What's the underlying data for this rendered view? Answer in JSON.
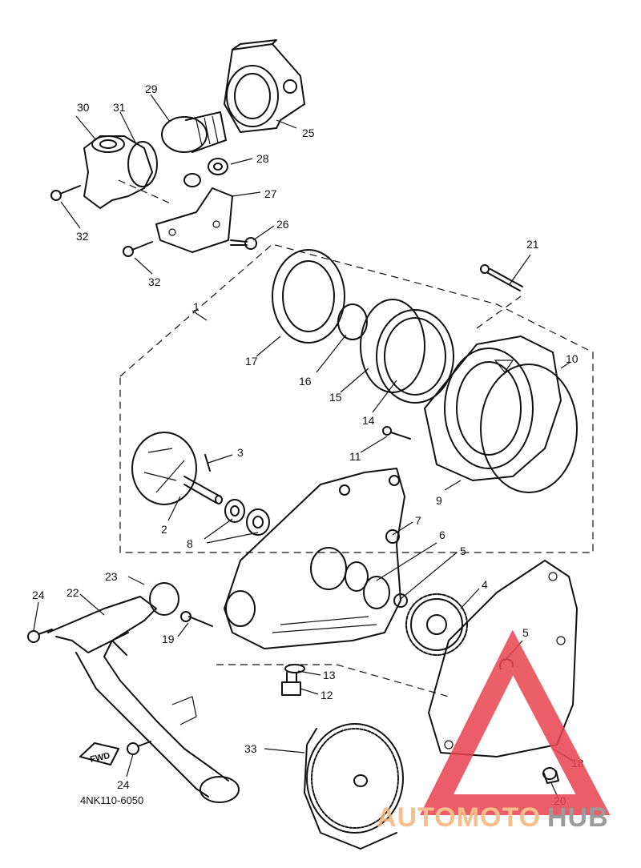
{
  "diagram": {
    "labels": [
      "1",
      "2",
      "3",
      "4",
      "5",
      "5",
      "6",
      "7",
      "8",
      "9",
      "10",
      "11",
      "12",
      "13",
      "14",
      "15",
      "16",
      "17",
      "18",
      "19",
      "20",
      "21",
      "22",
      "23",
      "24",
      "24",
      "25",
      "26",
      "27",
      "28",
      "29",
      "30",
      "31",
      "32",
      "32",
      "33"
    ],
    "part_code": "4NK110-6050",
    "fwd_label": "FWD"
  },
  "watermark": {
    "text_auto": "AUTOMOTO",
    "text_hub": "HUB",
    "colors": {
      "auto": "#f6b37a",
      "hub": "#8a8a8a",
      "triangle": "#e8434f"
    }
  }
}
